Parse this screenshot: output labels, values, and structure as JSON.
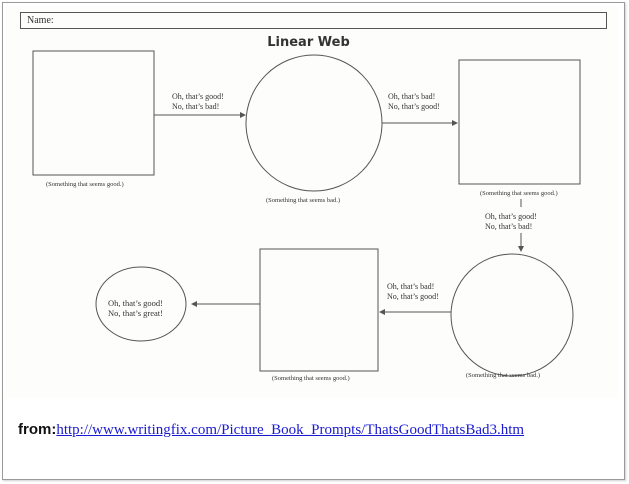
{
  "header": {
    "name_label": "Name:",
    "title": "Linear Web"
  },
  "row1": {
    "box1_caption": "(Something that seems good.)",
    "arrow1_line1": "Oh, that’s good!",
    "arrow1_line2": "No, that’s bad!",
    "circle1_caption": "(Something that seems bad.)",
    "arrow2_line1": "Oh, that’s bad!",
    "arrow2_line2": "No, that’s good!",
    "box2_caption": "(Something that seems good.)"
  },
  "connector": {
    "line1": "Oh, that’s good!",
    "line2": "No, that’s bad!"
  },
  "row2": {
    "circle2_caption": "(Something that seems bad.)",
    "arrow3_line1": "Oh, that’s bad!",
    "arrow3_line2": "No, that’s good!",
    "box3_caption": "(Something that seems good.)",
    "oval_line1": "Oh, that’s good!",
    "oval_line2": "No, that’s great!"
  },
  "source": {
    "prefix": "from:",
    "url": "http://www.writingfix.com/Picture_Book_Prompts/ThatsGoodThatsBad3.htm"
  },
  "colors": {
    "link": "#1a1ad0",
    "lines": "#555555"
  }
}
